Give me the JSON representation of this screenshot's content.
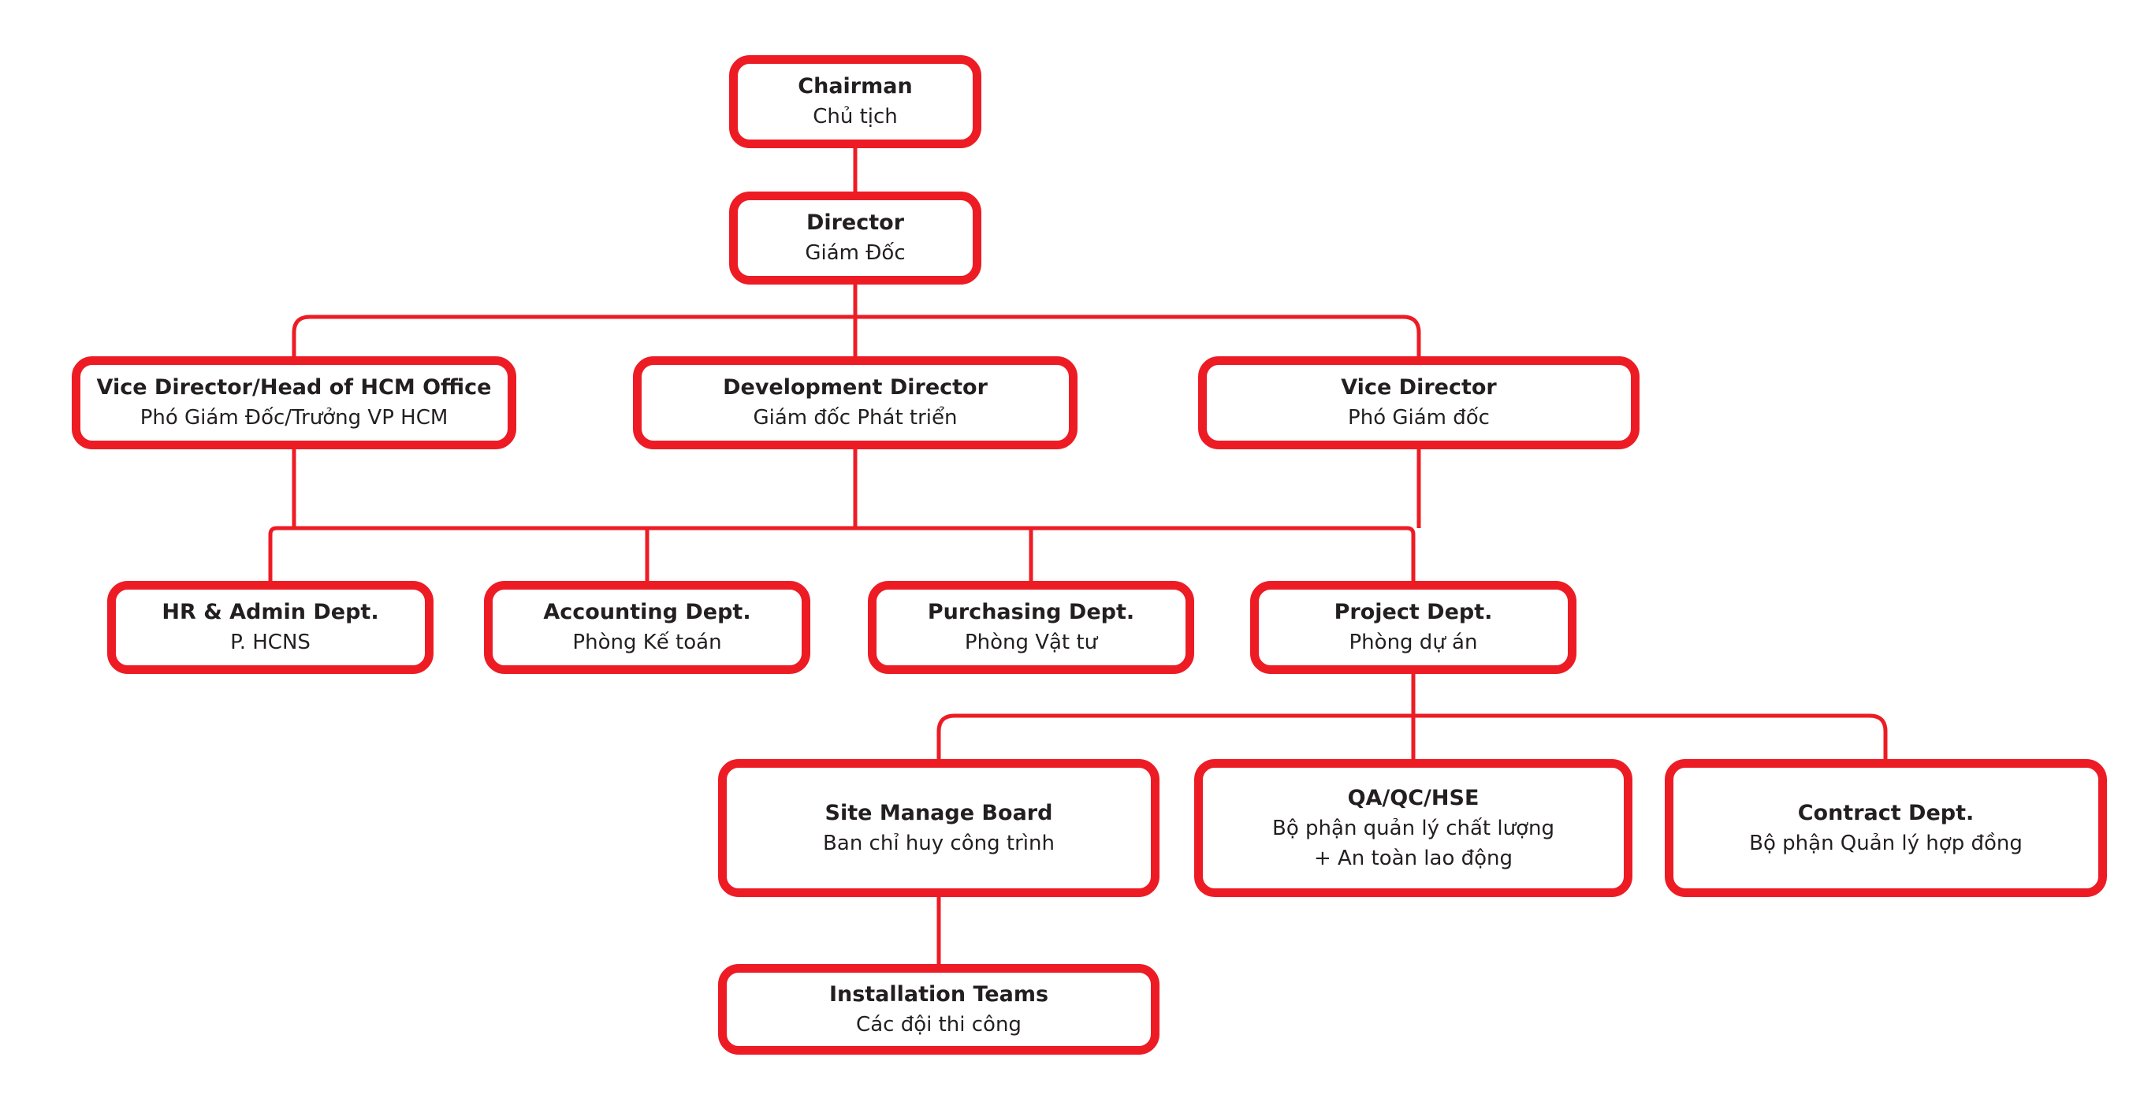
{
  "diagram_type": "org-chart",
  "colors": {
    "box_border": "#ED1C24",
    "connector_line": "#ED1C24",
    "text": "#231F20",
    "background": "#FFFFFF"
  },
  "nodes": {
    "chairman": {
      "title": "Chairman",
      "subtitle": "Chủ tịch"
    },
    "director": {
      "title": "Director",
      "subtitle": "Giám Đốc"
    },
    "vice_hcm": {
      "title": "Vice Director/Head of HCM Office",
      "subtitle": "Phó Giám Đốc/Trưởng VP HCM"
    },
    "dev_director": {
      "title": "Development Director",
      "subtitle": "Giám đốc Phát triển"
    },
    "vice_director": {
      "title": "Vice Director",
      "subtitle": "Phó Giám đốc"
    },
    "hr": {
      "title": "HR & Admin Dept.",
      "subtitle": "P. HCNS"
    },
    "accounting": {
      "title": "Accounting Dept.",
      "subtitle": "Phòng Kế toán"
    },
    "purchasing": {
      "title": "Purchasing Dept.",
      "subtitle": "Phòng Vật tư"
    },
    "project": {
      "title": "Project Dept.",
      "subtitle": "Phòng dự án"
    },
    "site": {
      "title": "Site Manage Board",
      "subtitle": "Ban chỉ huy công trình"
    },
    "qaqc": {
      "title": "QA/QC/HSE",
      "subtitle": "Bộ phận quản lý chất lượng",
      "subtitle2": "+ An toàn lao động"
    },
    "contract": {
      "title": "Contract Dept.",
      "subtitle": "Bộ phận Quản lý hợp đồng"
    },
    "installation": {
      "title": "Installation Teams",
      "subtitle": "Các đội thi công"
    }
  },
  "edges": [
    {
      "from": "chairman",
      "to": [
        "director"
      ]
    },
    {
      "from": "director",
      "to": [
        "vice_hcm",
        "dev_director",
        "vice_director"
      ]
    },
    {
      "from": [
        "vice_hcm",
        "dev_director",
        "vice_director"
      ],
      "to": [
        "hr",
        "accounting",
        "purchasing",
        "project"
      ],
      "type": "shared-bus"
    },
    {
      "from": "project",
      "to": [
        "site",
        "qaqc",
        "contract"
      ]
    },
    {
      "from": "site",
      "to": [
        "installation"
      ]
    }
  ]
}
